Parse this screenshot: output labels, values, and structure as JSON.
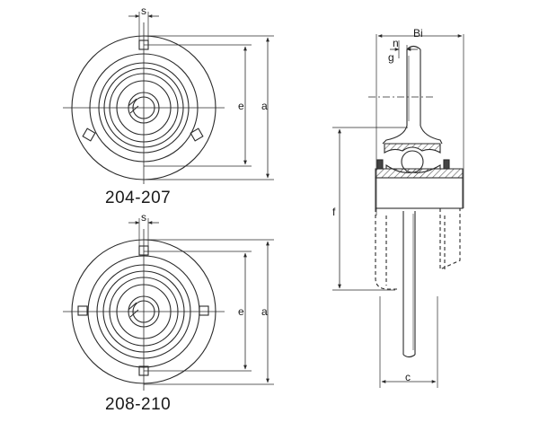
{
  "views": {
    "top": {
      "caption": "204-207",
      "dim_s": "s",
      "dim_e": "e",
      "dim_a": "a"
    },
    "bottom": {
      "caption": "208-210",
      "dim_s": "s",
      "dim_e": "e",
      "dim_a": "a"
    },
    "section": {
      "dim_bi": "Bi",
      "dim_n": "n",
      "dim_g": "g",
      "dim_f": "f",
      "dim_c": "c"
    }
  },
  "colors": {
    "line": "#2a2a2a",
    "hatch": "#555555",
    "paper": "#ffffff"
  }
}
